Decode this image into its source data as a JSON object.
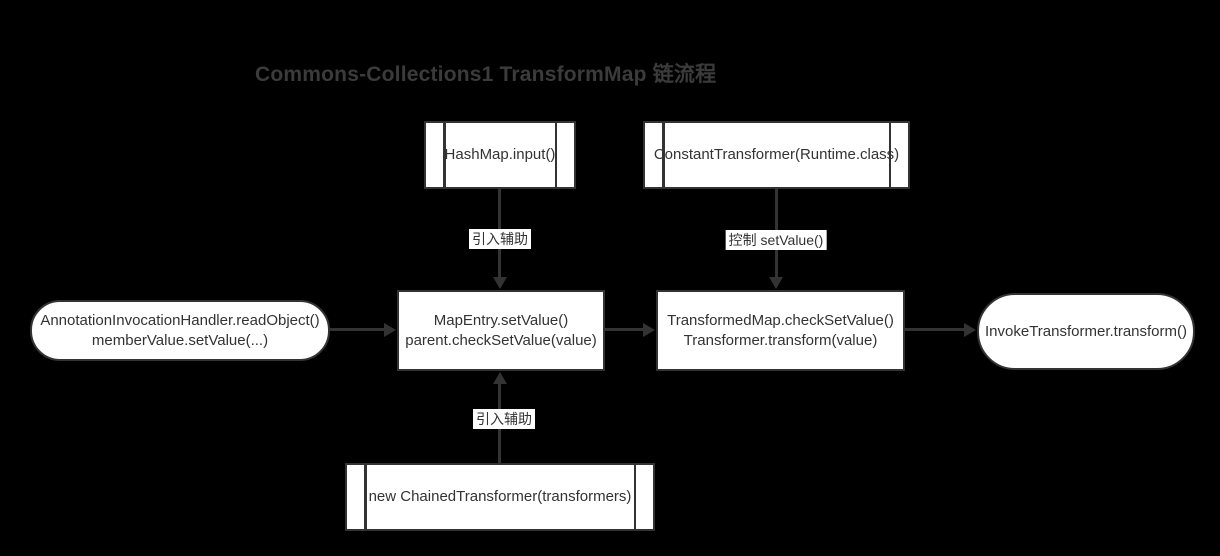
{
  "title": "Commons-Collections1 TransformMap 链流程",
  "colors": {
    "background": "#000000",
    "node_fill": "#ffffff",
    "node_border": "#333333",
    "arrow": "#333333",
    "text": "#333333",
    "title_text": "#3b3b3b",
    "edge_label_bg": "#ffffff"
  },
  "nodes": {
    "hashmap": {
      "shape": "subroutine",
      "label": "HashMap.input()"
    },
    "constant_transformer": {
      "shape": "subroutine",
      "label": "ConstantTransformer(Runtime.class)"
    },
    "annotation_handler": {
      "shape": "rounded",
      "line1": "AnnotationInvocationHandler.readObject()",
      "line2": "memberValue.setValue(...)"
    },
    "map_entry": {
      "shape": "rect",
      "line1": "MapEntry.setValue()",
      "line2": "parent.checkSetValue(value)"
    },
    "transformed_map": {
      "shape": "rect",
      "line1": "TransformedMap.checkSetValue()",
      "line2": "Transformer.transform(value)"
    },
    "invoke_transformer": {
      "shape": "rounded",
      "label": "InvokeTransformer.transform()"
    },
    "chained_transformer": {
      "shape": "subroutine",
      "label": "new ChainedTransformer(transformers)"
    }
  },
  "edges": {
    "hashmap_to_mapentry": {
      "label": "引入辅助",
      "direction": "down"
    },
    "constant_to_transformedmap": {
      "label": "控制 setValue()",
      "direction": "down"
    },
    "annotation_to_mapentry": {
      "label": "",
      "direction": "right"
    },
    "mapentry_to_transformedmap": {
      "label": "",
      "direction": "right"
    },
    "transformedmap_to_invoke": {
      "label": "",
      "direction": "right"
    },
    "chained_to_mapentry": {
      "label": "引入辅助",
      "direction": "up"
    }
  }
}
